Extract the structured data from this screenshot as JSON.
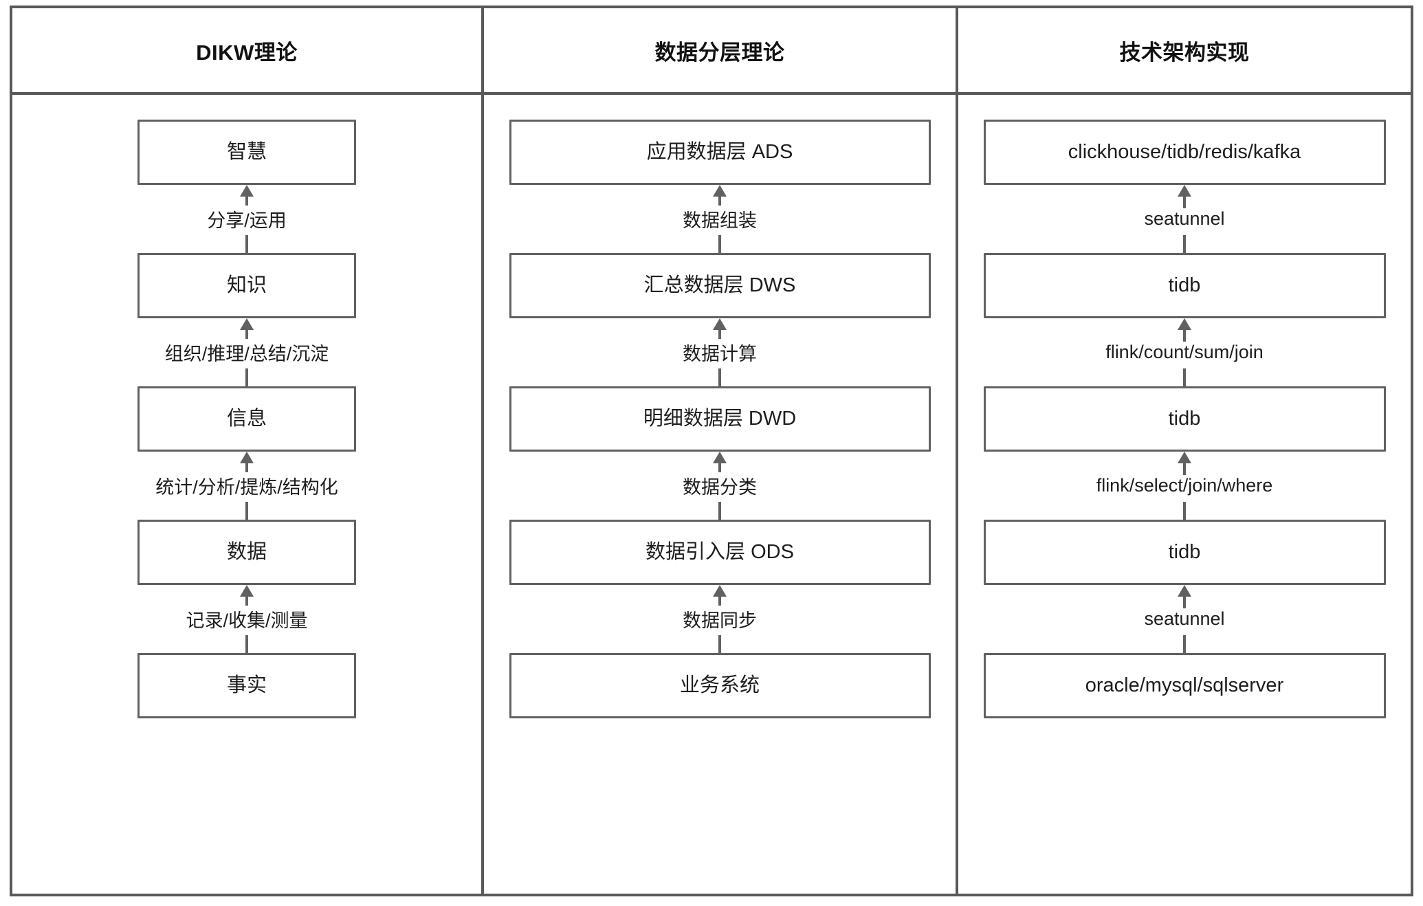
{
  "columns": [
    {
      "header": "DIKW理论",
      "nodes": [
        "智慧",
        "知识",
        "信息",
        "数据",
        "事实"
      ],
      "edges": [
        "分享/运用",
        "组织/推理/总结/沉淀",
        "统计/分析/提炼/结构化",
        "记录/收集/测量"
      ]
    },
    {
      "header": "数据分层理论",
      "nodes": [
        "应用数据层 ADS",
        "汇总数据层 DWS",
        "明细数据层 DWD",
        "数据引入层 ODS",
        "业务系统"
      ],
      "edges": [
        "数据组装",
        "数据计算",
        "数据分类",
        "数据同步"
      ]
    },
    {
      "header": "技术架构实现",
      "nodes": [
        "clickhouse/tidb/redis/kafka",
        "tidb",
        "tidb",
        "tidb",
        "oracle/mysql/sqlserver"
      ],
      "edges": [
        "seatunnel",
        "flink/count/sum/join",
        "flink/select/join/where",
        "seatunnel"
      ]
    }
  ],
  "colors": {
    "border": "#595959",
    "box_border": "#616161",
    "text": "#1d1d1d",
    "background": "#ffffff"
  }
}
